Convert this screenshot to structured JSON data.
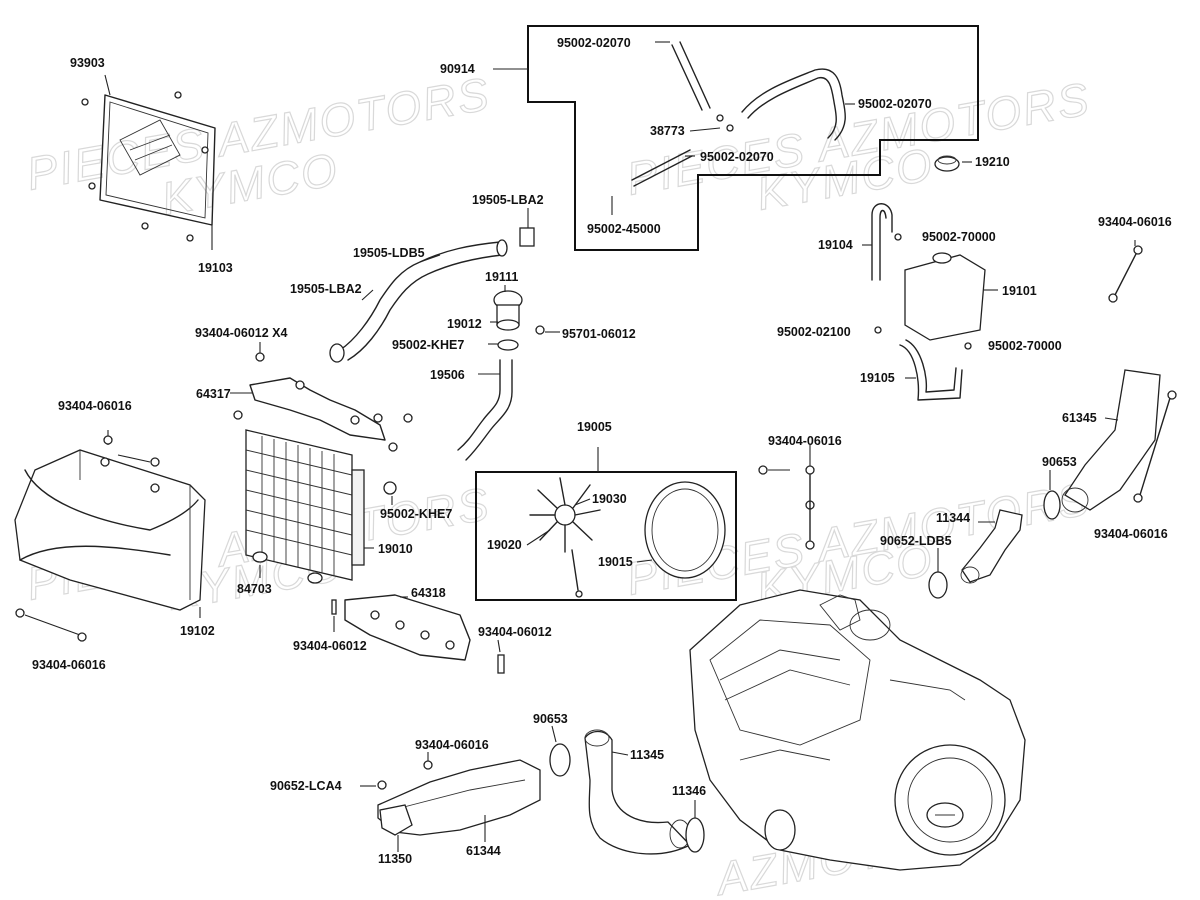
{
  "watermarks": [
    {
      "text": "PIECES AZMOTORS"
    },
    {
      "text": "KYMCO"
    },
    {
      "text": "PIECES AZMOTORS"
    },
    {
      "text": "KYMCO"
    },
    {
      "text": "PIECES AZMOTORS"
    },
    {
      "text": "KYMCO"
    },
    {
      "text": "PIECES AZMOTORS"
    },
    {
      "text": "KYMCO"
    },
    {
      "text": "AZMOTORS"
    }
  ],
  "labels": {
    "l93903": "93903",
    "l19103": "19103",
    "l90914": "90914",
    "l95002_02070_a": "95002-02070",
    "l95002_02070_b": "95002-02070",
    "l95002_02070_c": "95002-02070",
    "l38773": "38773",
    "l95002_45000": "95002-45000",
    "l19210": "19210",
    "l19505_LBA2_a": "19505-LBA2",
    "l19505_LDB5": "19505-LDB5",
    "l19505_LBA2_b": "19505-LBA2",
    "l19111": "19111",
    "l19012": "19012",
    "l95701_06012": "95701-06012",
    "l95002_KHE7_a": "95002-KHE7",
    "l93404_06012_x4": "93404-06012 X4",
    "l19506": "19506",
    "l64317": "64317",
    "l93404_06016_a": "93404-06016",
    "l19104": "19104",
    "l95002_70000_a": "95002-70000",
    "l19101": "19101",
    "l93404_06016_b": "93404-06016",
    "l95002_02100": "95002-02100",
    "l95002_70000_b": "95002-70000",
    "l19105": "19105",
    "l61345": "61345",
    "l19005": "19005",
    "l19030": "19030",
    "l19020": "19020",
    "l19015": "19015",
    "l93404_06016_c": "93404-06016",
    "l90653_a": "90653",
    "l93404_06016_d": "93404-06016",
    "l11344": "11344",
    "l90652_LDB5": "90652-LDB5",
    "l95002_KHE7_b": "95002-KHE7",
    "l19010": "19010",
    "l84703": "84703",
    "l64318": "64318",
    "l19102": "19102",
    "l93404_06016_e": "93404-06016",
    "l93404_06012_a": "93404-06012",
    "l93404_06012_b": "93404-06012",
    "l90653_b": "90653",
    "l93404_06016_f": "93404-06016",
    "l11345": "11345",
    "l90652_LCA4": "90652-LCA4",
    "l11346": "11346",
    "l11350": "11350",
    "l61344": "61344"
  },
  "colors": {
    "ink": "#111111",
    "watermark": "#d9d9d9",
    "background": "#ffffff"
  }
}
